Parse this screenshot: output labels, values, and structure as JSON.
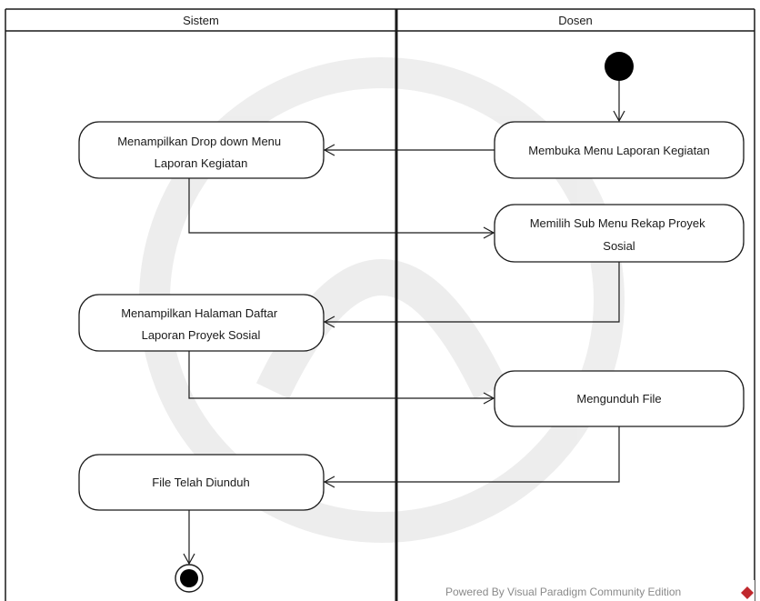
{
  "lanes": [
    {
      "title": "Sistem"
    },
    {
      "title": "Dosen"
    }
  ],
  "activities": {
    "menampilkan_dropdown": [
      "Menampilkan Drop down Menu",
      "Laporan Kegiatan"
    ],
    "membuka_menu": [
      "Membuka Menu Laporan Kegiatan"
    ],
    "memilih_submenu": [
      "Memilih Sub Menu Rekap Proyek",
      "Sosial"
    ],
    "menampilkan_halaman": [
      "Menampilkan Halaman Daftar",
      "Laporan Proyek Sosial"
    ],
    "mengunduh_file": [
      "Mengunduh File"
    ],
    "file_telah_diunduh": [
      "File Telah Diunduh"
    ]
  },
  "footer": {
    "text": "Powered By  Visual Paradigm Community Edition"
  },
  "colors": {
    "stroke": "#1a1a1a",
    "footer_text": "#8a8a8a",
    "logo_accent": "#c0282d",
    "watermark": "#ececec"
  }
}
